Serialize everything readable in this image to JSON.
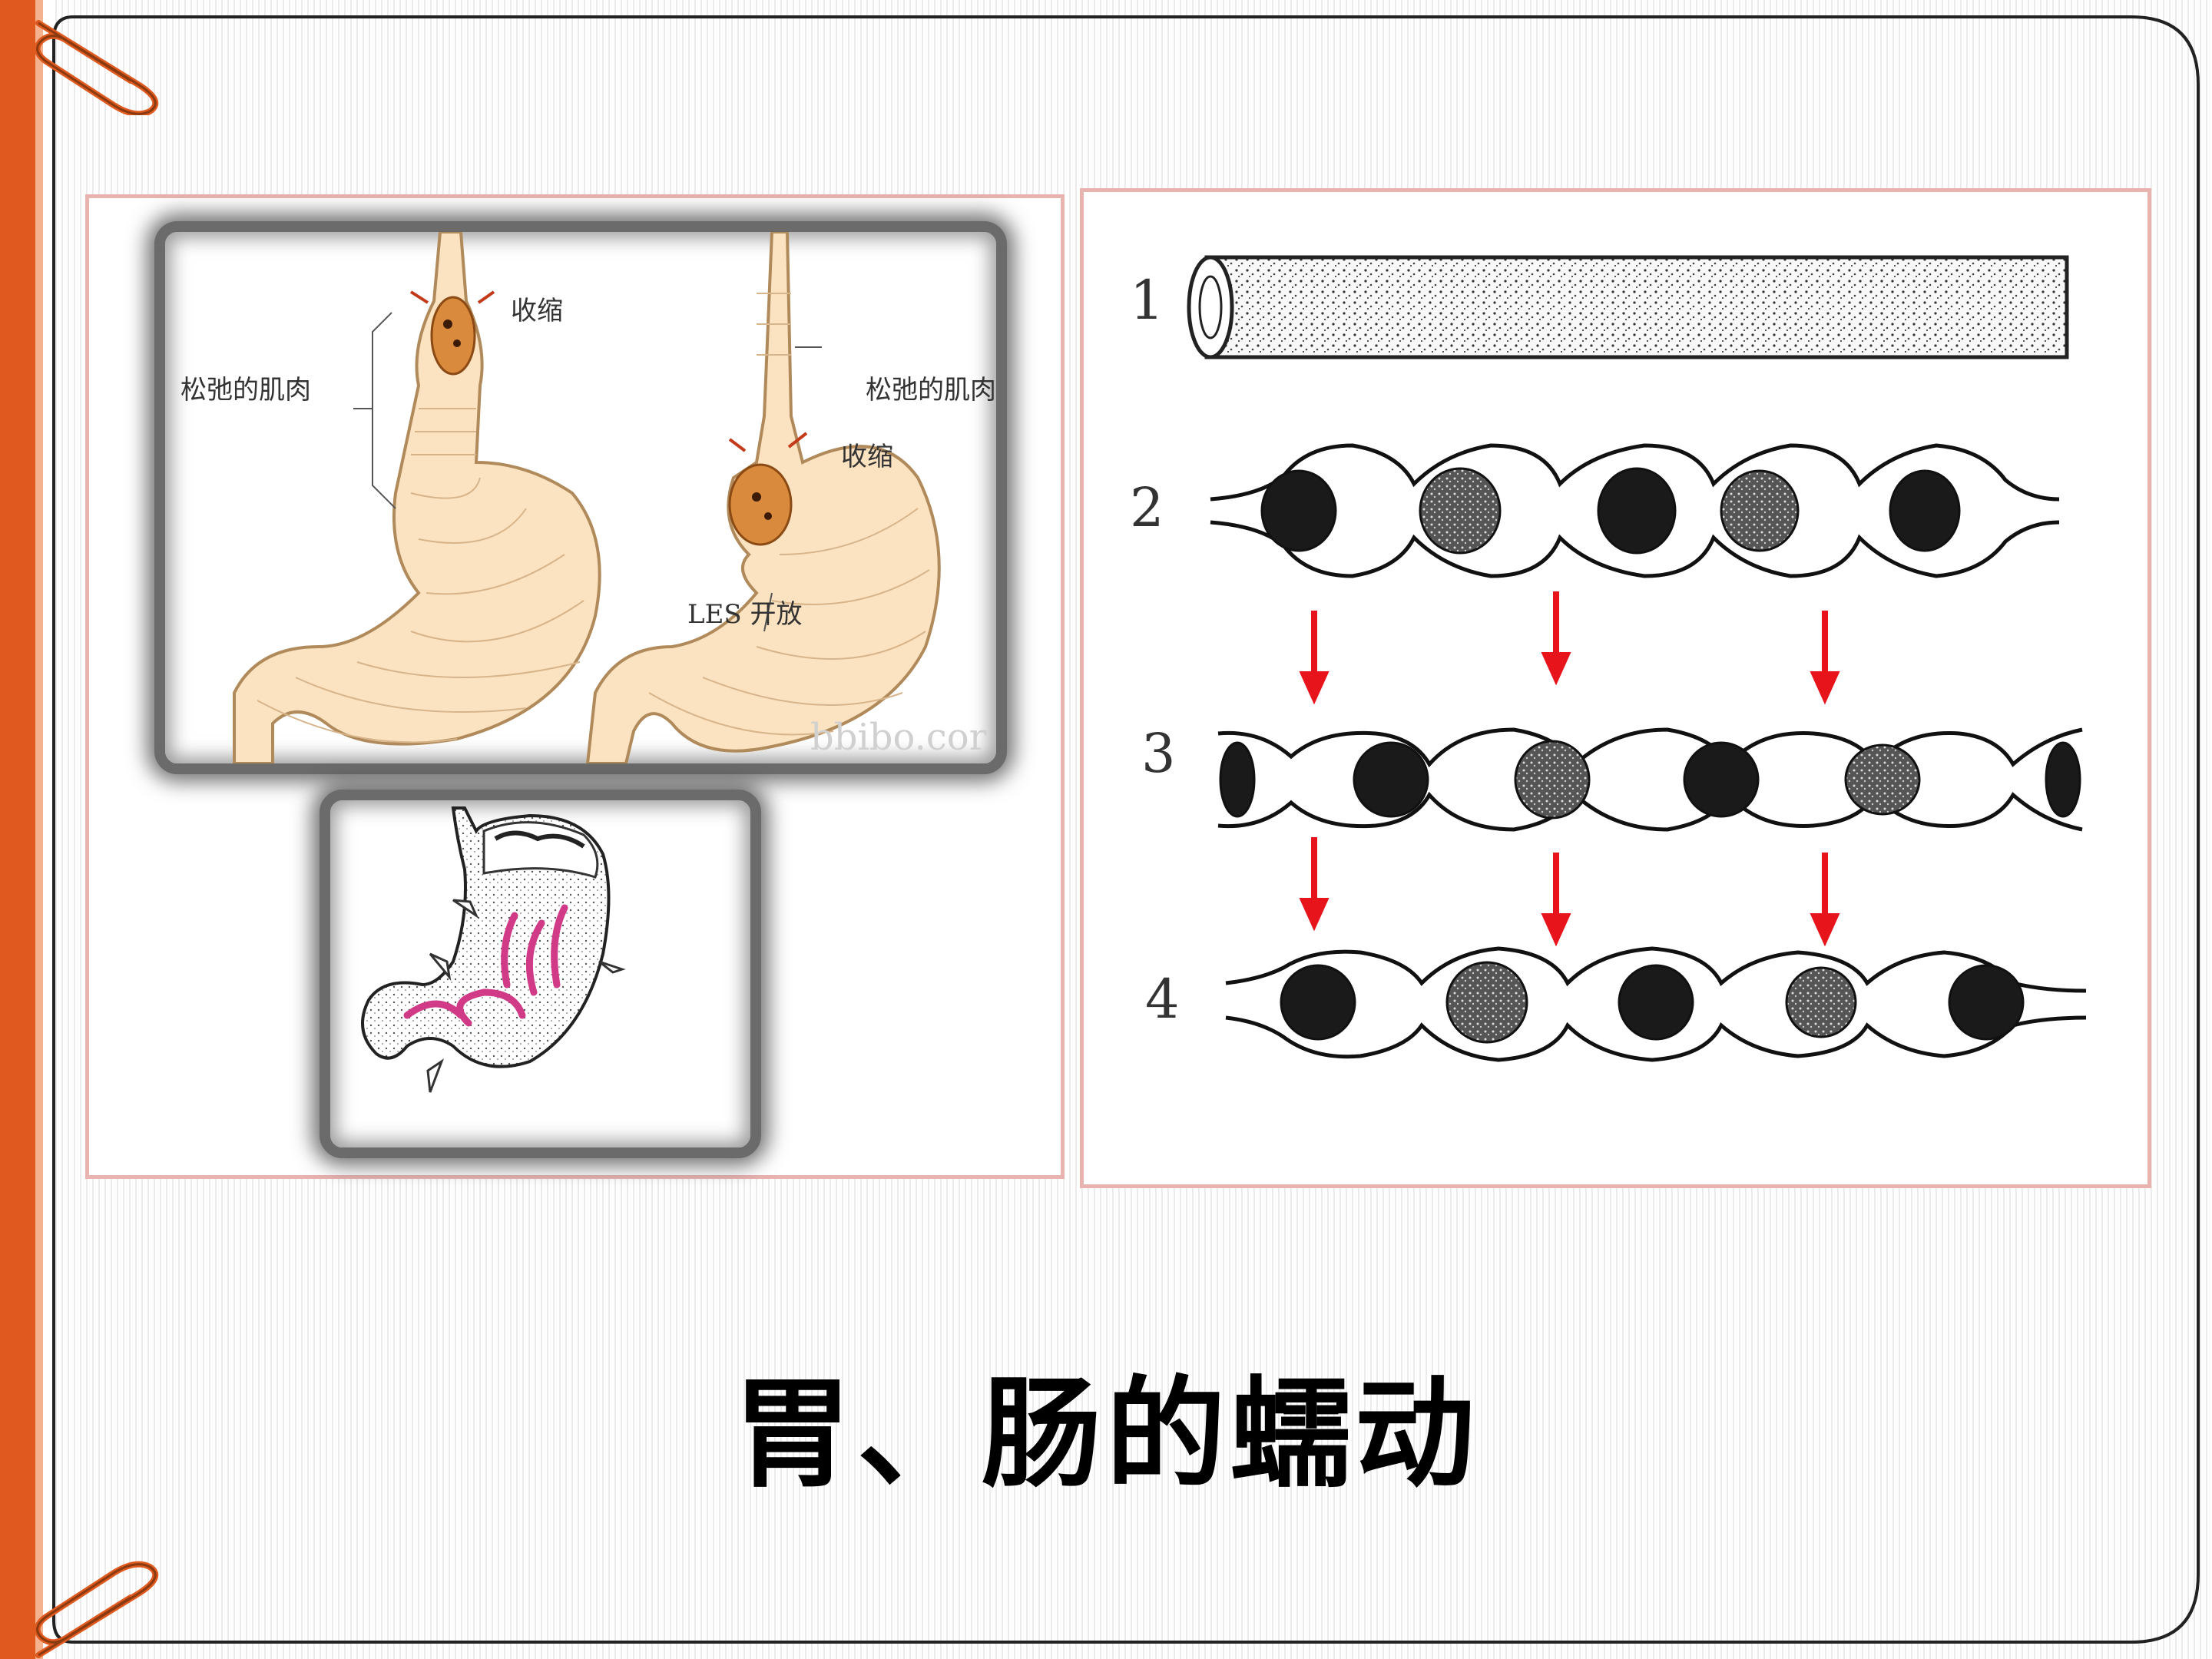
{
  "slide": {
    "title": "胃、肠的蠕动",
    "accent_color": "#e05a1f"
  },
  "les_diagram": {
    "left": {
      "label_contract": "收缩",
      "label_relaxed": "松弛的肌肉"
    },
    "right": {
      "label_relaxed": "松弛的肌肉",
      "label_contract": "收缩",
      "label_les_open": "LES 开放"
    },
    "watermark": "bbibo.cor"
  },
  "peristalsis_diagram": {
    "stage_labels": [
      "1",
      "2",
      "3",
      "4"
    ],
    "arrow_color": "#e8141c",
    "icons": [
      "down-arrow-icon"
    ]
  },
  "decorations": {
    "icons": [
      "paperclip-icon"
    ]
  }
}
